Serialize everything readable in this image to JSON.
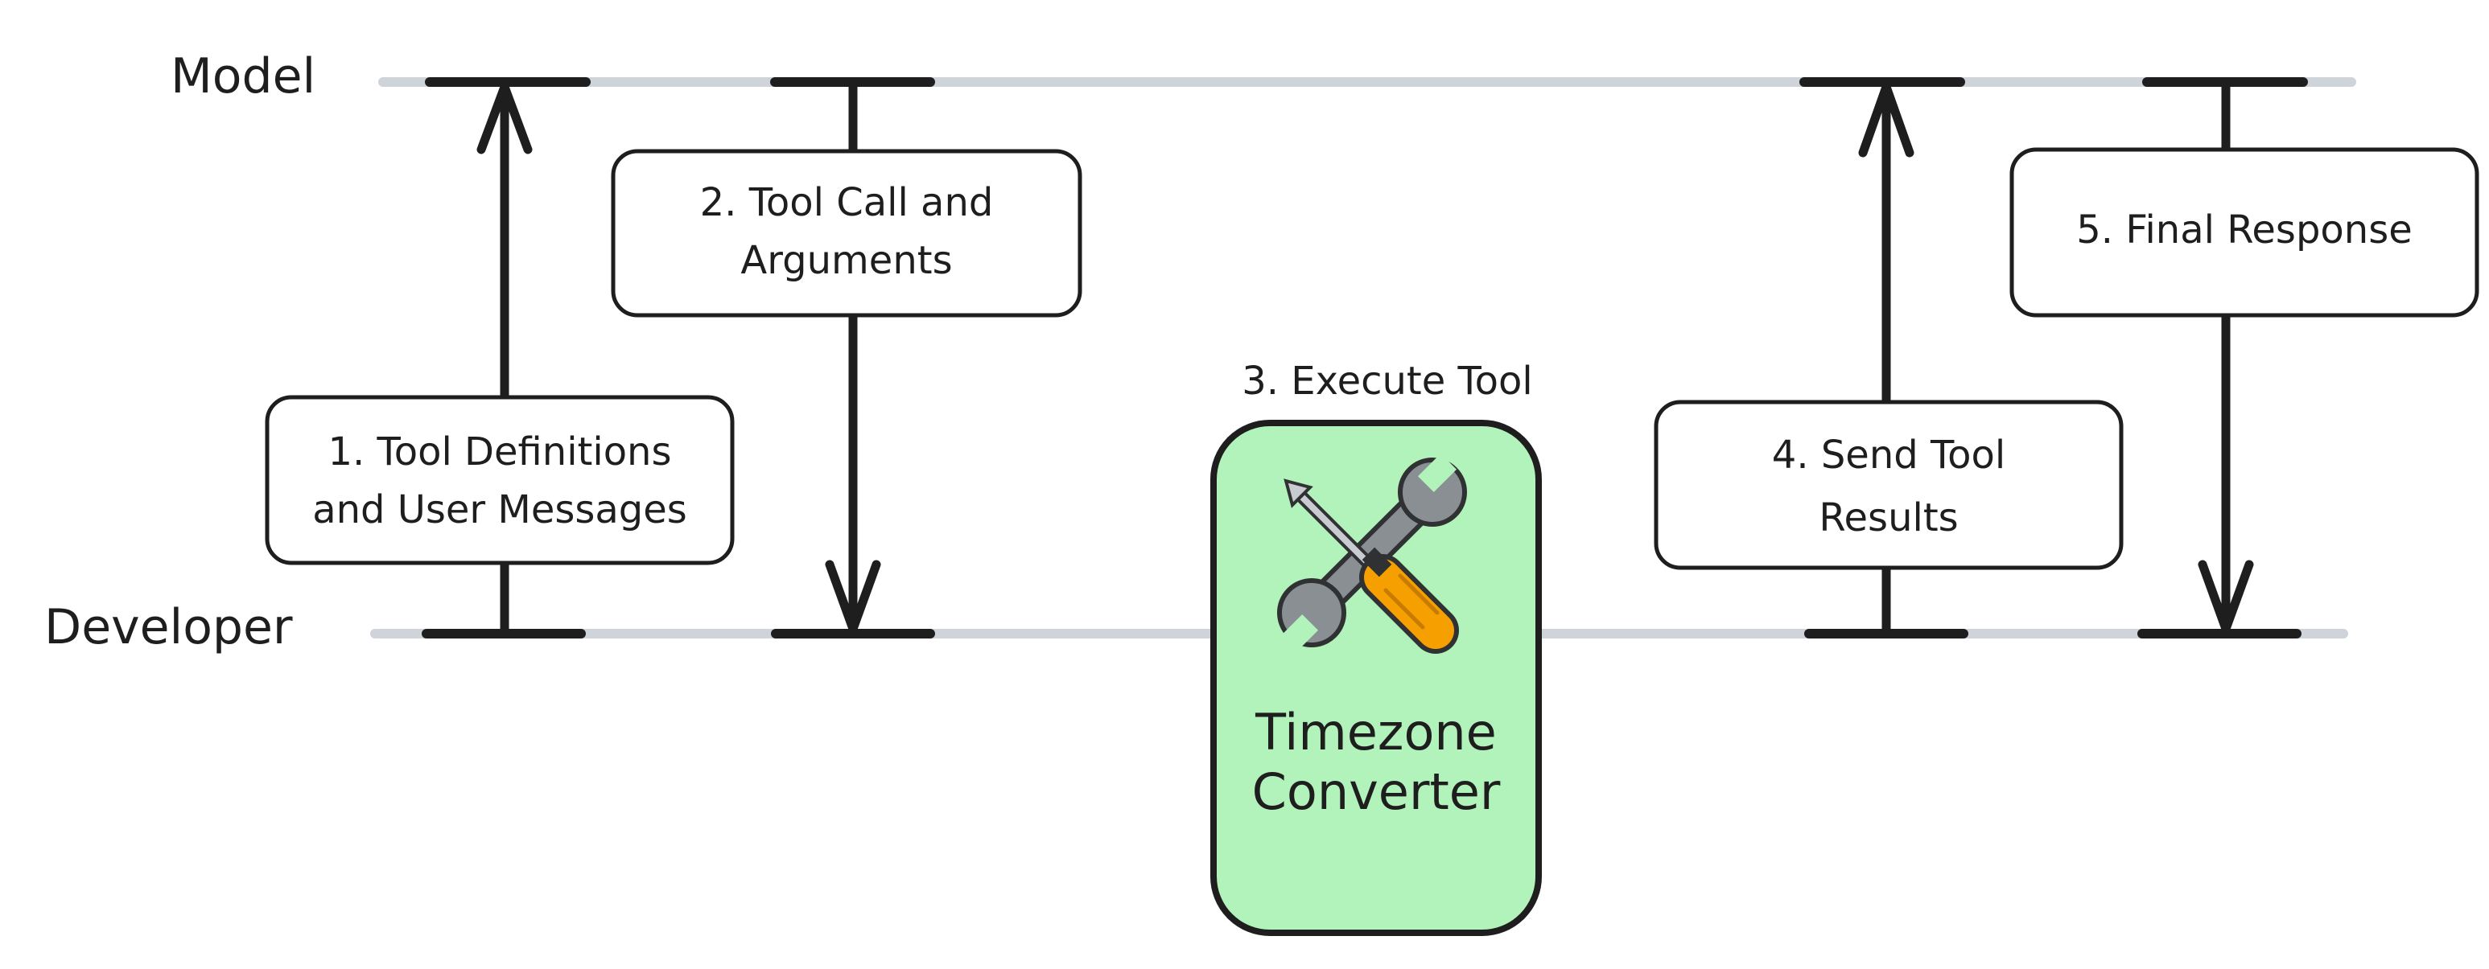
{
  "lanes": {
    "model": "Model",
    "developer": "Developer"
  },
  "steps": {
    "step1": {
      "line1": "1. Tool Definitions",
      "line2": "and User Messages"
    },
    "step2": {
      "line1": "2. Tool Call and",
      "line2": "Arguments"
    },
    "step3": {
      "label": "3. Execute Tool"
    },
    "step4": {
      "line1": "4. Send Tool",
      "line2": "Results"
    },
    "step5": {
      "label": "5. Final Response"
    }
  },
  "tool": {
    "line1": "Timezone",
    "line2": "Converter",
    "icon": "hammer-and-wrench-icon"
  },
  "colors": {
    "lane_line": "#ced4da",
    "stroke": "#1e1e1e",
    "tool_fill": "#b2f2bb",
    "screwdriver_handle": "#f59f00",
    "wrench_metal": "#8a8f94"
  }
}
